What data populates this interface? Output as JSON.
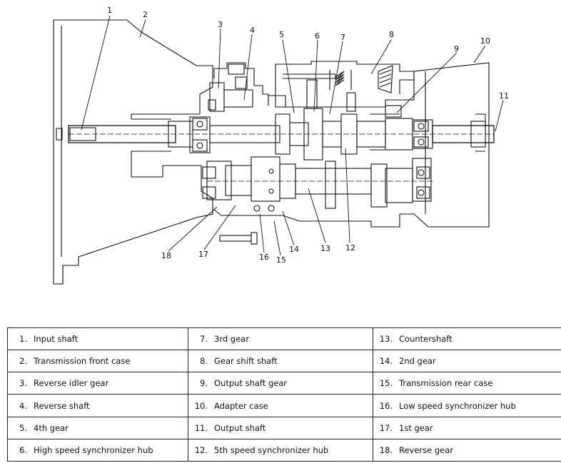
{
  "callouts": [
    "1",
    "2",
    "3",
    "4",
    "5",
    "6",
    "7",
    "8",
    "9",
    "10",
    "11",
    "12",
    "13",
    "14",
    "15",
    "16",
    "17",
    "18"
  ],
  "legend": [
    [
      {
        "num": "1.",
        "label": "Input shaft"
      },
      {
        "num": "7.",
        "label": "3rd gear"
      },
      {
        "num": "13.",
        "label": "Countershaft"
      }
    ],
    [
      {
        "num": "2.",
        "label": "Transmission front case"
      },
      {
        "num": "8.",
        "label": "Gear shift shaft"
      },
      {
        "num": "14.",
        "label": "2nd gear"
      }
    ],
    [
      {
        "num": "3.",
        "label": "Reverse idler gear"
      },
      {
        "num": "9.",
        "label": "Output shaft gear"
      },
      {
        "num": "15.",
        "label": "Transmission rear case"
      }
    ],
    [
      {
        "num": "4.",
        "label": "Reverse shaft"
      },
      {
        "num": "10.",
        "label": "Adapter case"
      },
      {
        "num": "16.",
        "label": "Low speed synchronizer hub"
      }
    ],
    [
      {
        "num": "5.",
        "label": "4th gear"
      },
      {
        "num": "11.",
        "label": "Output shaft"
      },
      {
        "num": "17.",
        "label": "1st gear"
      }
    ],
    [
      {
        "num": "6.",
        "label": "High speed synchronizer hub"
      },
      {
        "num": "12.",
        "label": "5th speed synchronizer hub"
      },
      {
        "num": "18.",
        "label": "Reverse gear"
      }
    ]
  ]
}
